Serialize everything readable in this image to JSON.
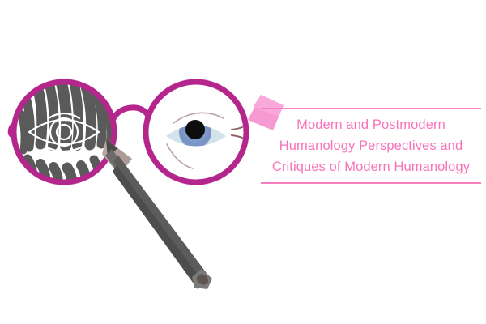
{
  "document": {
    "title_lines": [
      "Modern and Postmodern",
      "Humanology Perspectives and",
      "Critiques of Modern Humanology"
    ]
  },
  "illustration": {
    "name": "eyeglasses-pencil-eraser-illustration",
    "parts": {
      "left_lens_label": "sketched-eye-lens",
      "right_lens_label": "realistic-eye-lens",
      "bridge_label": "glasses-bridge",
      "pencil_label": "graphite-pencil",
      "eraser_label": "pink-eraser"
    }
  },
  "colors": {
    "frame": "#b5268c",
    "title_text": "#f972b8",
    "rule": "#f47fc0",
    "eraser": "#f79ad3",
    "scribble": "#5a5a5a",
    "pencil_body": "#4d4d4d",
    "pencil_body_light": "#6b6b6b",
    "pencil_wood": "#b9a8a4",
    "iris": "#7a95c4",
    "iris_light": "#cfe0ea",
    "pupil": "#0d0d0d",
    "background": "#ffffff"
  }
}
